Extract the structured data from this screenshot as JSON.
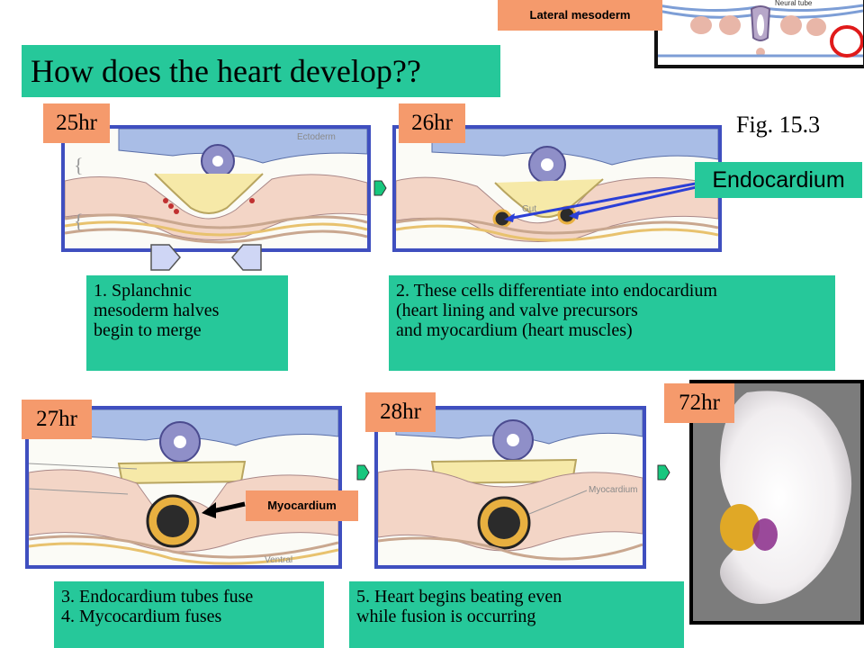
{
  "title": "How does the heart develop??",
  "fig_label": "Fig. 15.3",
  "inset": {
    "label": "Lateral mesoderm",
    "annotation": "Neural tube"
  },
  "stages": {
    "s25": "25hr",
    "s26": "26hr",
    "s27": "27hr",
    "s28": "28hr",
    "s72": "72hr"
  },
  "callouts": {
    "endocardium": "Endocardium",
    "myocardium": "Myocardium"
  },
  "figure_text": {
    "ectoderm": "Ectoderm",
    "myocardium": "Myocardium",
    "ventral": "Ventral",
    "gut": "Gut"
  },
  "captions": {
    "c1": [
      "1. Splanchnic",
      "mesoderm halves",
      "begin to merge"
    ],
    "c2": [
      "2. These cells differentiate into endocardium",
      "(heart lining and valve precursors",
      "and myocardium (heart muscles)"
    ],
    "c3": [
      "3. Endocardium tubes fuse",
      "4. Mycocardium fuses"
    ],
    "c5": [
      "5. Heart begins beating even",
      "while fusion is occurring"
    ]
  },
  "colors": {
    "teal": "#26c89a",
    "orange": "#f59a6c",
    "frame_blue": "#3f4fbf",
    "arrow_blue": "#2b3fd6",
    "inset_circle": "#e01a1a"
  }
}
